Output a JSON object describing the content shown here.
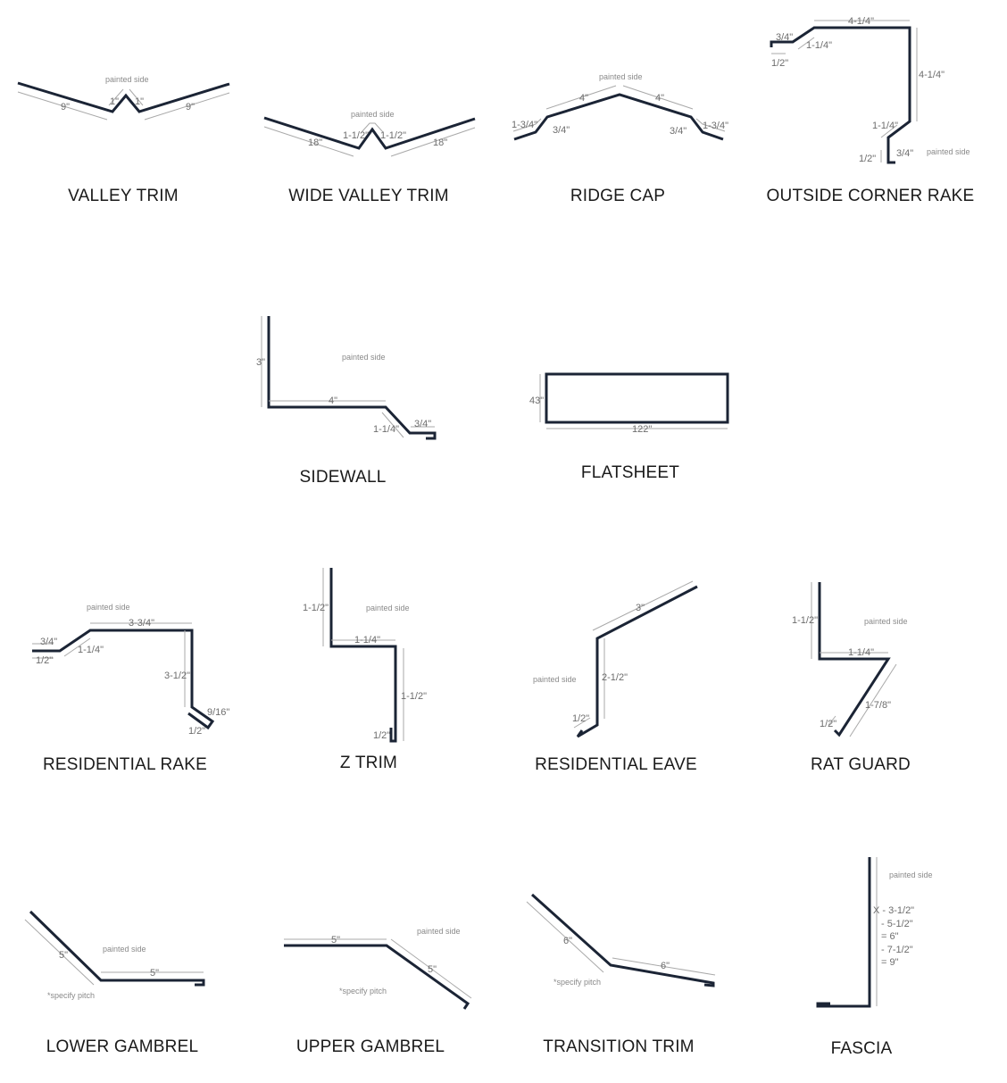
{
  "painted_side_label": "painted side",
  "specify_pitch_label": "*specify pitch",
  "profiles": [
    {
      "name": "VALLEY TRIM",
      "dims": [
        "9\"",
        "1\"",
        "1\"",
        "9\""
      ]
    },
    {
      "name": "WIDE VALLEY TRIM",
      "dims": [
        "18\"",
        "1-1/2\"",
        "1-1/2\"",
        "18\""
      ]
    },
    {
      "name": "RIDGE CAP",
      "dims": [
        "4\"",
        "4\"",
        "1-3/4\"",
        "3/4\"",
        "3/4\"",
        "1-3/4\""
      ]
    },
    {
      "name": "OUTSIDE CORNER RAKE",
      "dims": [
        "4-1/4\"",
        "3/4\"",
        "1-1/4\"",
        "1/2\"",
        "4-1/4\"",
        "1-1/4\"",
        "3/4\"",
        "1/2\""
      ]
    },
    {
      "name": "SIDEWALL",
      "dims": [
        "3\"",
        "4\"",
        "1-1/4\"",
        "3/4\""
      ]
    },
    {
      "name": "FLATSHEET",
      "dims": [
        "43\"",
        "122\""
      ]
    },
    {
      "name": "RESIDENTIAL RAKE",
      "dims": [
        "3/4\"",
        "1/2\"",
        "1-1/4\"",
        "3-3/4\"",
        "3-1/2\"",
        "9/16\"",
        "1/2\""
      ]
    },
    {
      "name": "Z TRIM",
      "dims": [
        "1-1/2\"",
        "1-1/4\"",
        "1-1/2\"",
        "1/2\""
      ]
    },
    {
      "name": "RESIDENTIAL EAVE",
      "dims": [
        "3\"",
        "2-1/2\"",
        "1/2\""
      ]
    },
    {
      "name": "RAT GUARD",
      "dims": [
        "1-1/2\"",
        "1-1/4\"",
        "1-7/8\"",
        "1/2\""
      ]
    },
    {
      "name": "LOWER GAMBREL",
      "dims": [
        "5\"",
        "5\""
      ]
    },
    {
      "name": "UPPER GAMBREL",
      "dims": [
        "5\"",
        "5\""
      ]
    },
    {
      "name": "TRANSITION TRIM",
      "dims": [
        "6\"",
        "6\""
      ]
    },
    {
      "name": "FASCIA",
      "dims": [
        "X - 3-1/2\"",
        "- 5-1/2\"",
        "= 6\"",
        "- 7-1/2\"",
        "= 9\""
      ]
    }
  ]
}
